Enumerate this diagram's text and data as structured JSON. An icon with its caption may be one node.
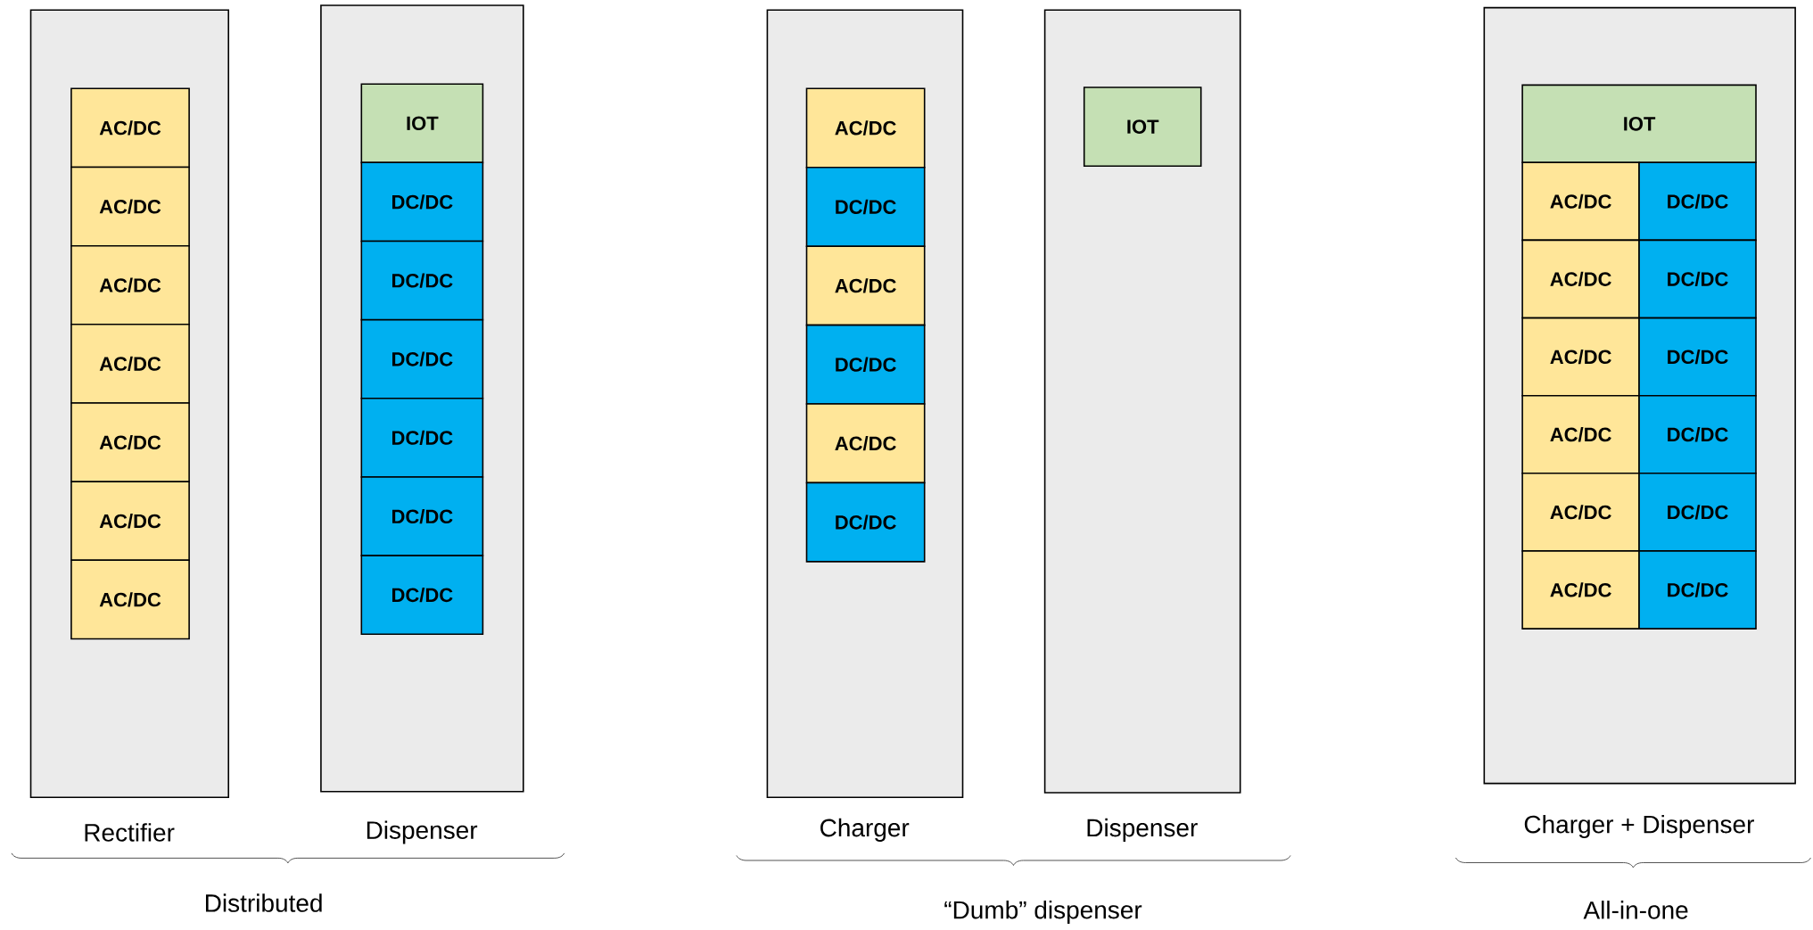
{
  "diagram": {
    "nodes": [
      {
        "text": [
          "Rectifier"
        ]
      },
      {
        "text": [
          "AC/DC"
        ],
        "in": 0
      },
      {
        "text": [
          "AC/DC"
        ],
        "in": 0
      },
      {
        "text": [
          "AC/DC"
        ],
        "in": 0
      },
      {
        "text": [
          "AC/DC"
        ],
        "in": 0
      },
      {
        "text": [
          "AC/DC"
        ],
        "in": 0
      },
      {
        "text": [
          "AC/DC"
        ],
        "in": 0
      },
      {
        "text": [
          "AC/DC"
        ],
        "in": 0
      },
      {
        "text": [
          "Dispenser"
        ]
      },
      {
        "text": [
          "IOT"
        ],
        "in": 8
      },
      {
        "text": [
          "DC/DC"
        ],
        "in": 8
      },
      {
        "text": [
          "DC/DC"
        ],
        "in": 8
      },
      {
        "text": [
          "DC/DC"
        ],
        "in": 8
      },
      {
        "text": [
          "DC/DC"
        ],
        "in": 8
      },
      {
        "text": [
          "DC/DC"
        ],
        "in": 8
      },
      {
        "text": [
          "DC/DC"
        ],
        "in": 8
      },
      {
        "text": [
          "Charger"
        ]
      },
      {
        "text": [
          "AC/DC"
        ],
        "in": 16
      },
      {
        "text": [
          "DC/DC"
        ],
        "in": 16
      },
      {
        "text": [
          "AC/DC"
        ],
        "in": 16
      },
      {
        "text": [
          "DC/DC"
        ],
        "in": 16
      },
      {
        "text": [
          "AC/DC"
        ],
        "in": 16
      },
      {
        "text": [
          "DC/DC"
        ],
        "in": 16
      },
      {
        "text": [
          "Dispenser"
        ]
      },
      {
        "text": [
          "IOT"
        ],
        "in": 23
      },
      {
        "text": [
          "Charger + Dispenser"
        ]
      },
      {
        "text": [
          "IOT"
        ],
        "in": 25
      },
      {
        "text": [
          "AC/DC"
        ],
        "in": 25
      },
      {
        "text": [
          "DC/DC"
        ],
        "in": 25
      },
      {
        "text": [
          "AC/DC"
        ],
        "in": 25
      },
      {
        "text": [
          "DC/DC"
        ],
        "in": 25
      },
      {
        "text": [
          "AC/DC"
        ],
        "in": 25
      },
      {
        "text": [
          "DC/DC"
        ],
        "in": 25
      },
      {
        "text": [
          "AC/DC"
        ],
        "in": 25
      },
      {
        "text": [
          "DC/DC"
        ],
        "in": 25
      },
      {
        "text": [
          "AC/DC"
        ],
        "in": 25
      },
      {
        "text": [
          "DC/DC"
        ],
        "in": 25
      },
      {
        "text": [
          "AC/DC"
        ],
        "in": 25
      },
      {
        "text": [
          "DC/DC"
        ],
        "in": 25
      }
    ],
    "labels": [
      "Distributed",
      "“Dumb” dispenser",
      "All-in-one"
    ]
  }
}
